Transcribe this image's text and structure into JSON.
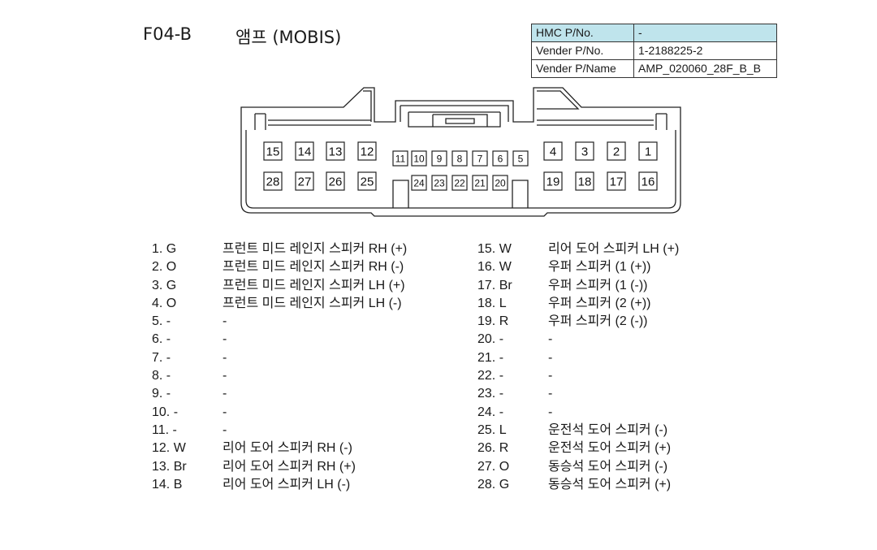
{
  "header": {
    "code": "F04-B",
    "name": "앰프 (MOBIS)"
  },
  "info_table": [
    {
      "key": "HMC P/No.",
      "value": "-"
    },
    {
      "key": "Vender P/No.",
      "value": "1-2188225-2"
    },
    {
      "key": "Vender P/Name",
      "value": "AMP_020060_28F_B_B"
    }
  ],
  "connector": {
    "top_large": [
      "15",
      "14",
      "13",
      "12",
      "4",
      "3",
      "2",
      "1"
    ],
    "top_small": [
      "11",
      "10",
      "9",
      "8",
      "7",
      "6",
      "5"
    ],
    "bottom_large": [
      "28",
      "27",
      "26",
      "25",
      "19",
      "18",
      "17",
      "16"
    ],
    "bottom_small": [
      "24",
      "23",
      "22",
      "21",
      "20"
    ]
  },
  "pins_left": [
    {
      "pin": "1. G",
      "desc": "프런트 미드 레인지 스피커 RH (+)"
    },
    {
      "pin": "2. O",
      "desc": "프런트 미드 레인지 스피커 RH (-)"
    },
    {
      "pin": "3. G",
      "desc": "프런트 미드 레인지 스피커 LH (+)"
    },
    {
      "pin": "4. O",
      "desc": "프런트 미드 레인지 스피커 LH (-)"
    },
    {
      "pin": "5. -",
      "desc": "-"
    },
    {
      "pin": "6. -",
      "desc": "-"
    },
    {
      "pin": "7. -",
      "desc": "-"
    },
    {
      "pin": "8. -",
      "desc": "-"
    },
    {
      "pin": "9. -",
      "desc": "-"
    },
    {
      "pin": "10. -",
      "desc": "-"
    },
    {
      "pin": "11. -",
      "desc": "-"
    },
    {
      "pin": "12. W",
      "desc": "리어 도어 스피커 RH (-)"
    },
    {
      "pin": "13. Br",
      "desc": "리어 도어 스피커 RH (+)"
    },
    {
      "pin": "14. B",
      "desc": "리어 도어 스피커 LH (-)"
    }
  ],
  "pins_right": [
    {
      "pin": "15. W",
      "desc": "리어 도어 스피커 LH (+)"
    },
    {
      "pin": "16. W",
      "desc": "우퍼 스피커 (1 (+))"
    },
    {
      "pin": "17. Br",
      "desc": "우퍼 스피커 (1 (-))"
    },
    {
      "pin": "18. L",
      "desc": "우퍼 스피커 (2 (+))"
    },
    {
      "pin": "19. R",
      "desc": "우퍼 스피커 (2 (-))"
    },
    {
      "pin": "20. -",
      "desc": "-"
    },
    {
      "pin": "21. -",
      "desc": "-"
    },
    {
      "pin": "22. -",
      "desc": "-"
    },
    {
      "pin": "23. -",
      "desc": "-"
    },
    {
      "pin": "24. -",
      "desc": "-"
    },
    {
      "pin": "25. L",
      "desc": "운전석 도어 스피커 (-)"
    },
    {
      "pin": "26. R",
      "desc": "운전석 도어 스피커 (+)"
    },
    {
      "pin": "27. O",
      "desc": "동승석 도어 스피커 (-)"
    },
    {
      "pin": "28. G",
      "desc": "동승석 도어 스피커 (+)"
    }
  ]
}
